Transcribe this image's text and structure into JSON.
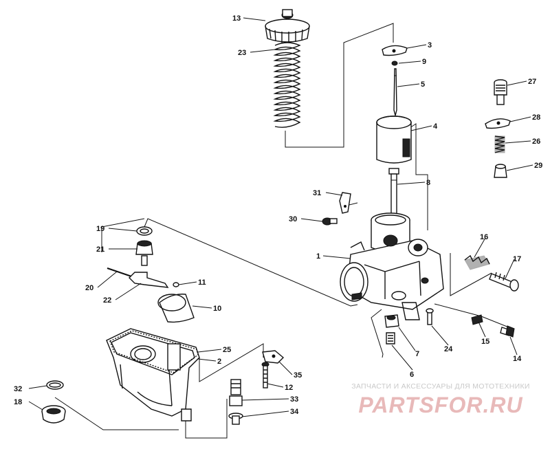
{
  "diagram": {
    "callouts": [
      {
        "id": "13",
        "label": "13"
      },
      {
        "id": "23",
        "label": "23"
      },
      {
        "id": "3",
        "label": "3"
      },
      {
        "id": "9",
        "label": "9"
      },
      {
        "id": "5",
        "label": "5"
      },
      {
        "id": "4",
        "label": "4"
      },
      {
        "id": "27",
        "label": "27"
      },
      {
        "id": "28",
        "label": "28"
      },
      {
        "id": "26",
        "label": "26"
      },
      {
        "id": "29",
        "label": "29"
      },
      {
        "id": "8",
        "label": "8"
      },
      {
        "id": "31",
        "label": "31"
      },
      {
        "id": "30",
        "label": "30"
      },
      {
        "id": "19",
        "label": "19"
      },
      {
        "id": "21",
        "label": "21"
      },
      {
        "id": "1",
        "label": "1"
      },
      {
        "id": "16",
        "label": "16"
      },
      {
        "id": "17",
        "label": "17"
      },
      {
        "id": "20",
        "label": "20"
      },
      {
        "id": "11",
        "label": "11"
      },
      {
        "id": "22",
        "label": "22"
      },
      {
        "id": "10",
        "label": "10"
      },
      {
        "id": "25",
        "label": "25"
      },
      {
        "id": "2",
        "label": "2"
      },
      {
        "id": "7",
        "label": "7"
      },
      {
        "id": "24",
        "label": "24"
      },
      {
        "id": "15",
        "label": "15"
      },
      {
        "id": "14",
        "label": "14"
      },
      {
        "id": "6",
        "label": "6"
      },
      {
        "id": "35",
        "label": "35"
      },
      {
        "id": "12",
        "label": "12"
      },
      {
        "id": "33",
        "label": "33"
      },
      {
        "id": "34",
        "label": "34"
      },
      {
        "id": "32",
        "label": "32"
      },
      {
        "id": "18",
        "label": "18"
      }
    ]
  },
  "watermark": {
    "caption": "ЗАПЧАСТИ И АКСЕССУАРЫ ДЛЯ МОТОТЕХНИКИ",
    "logo_text": "PARTSFOR.RU",
    "color": "#e8b9b9"
  }
}
